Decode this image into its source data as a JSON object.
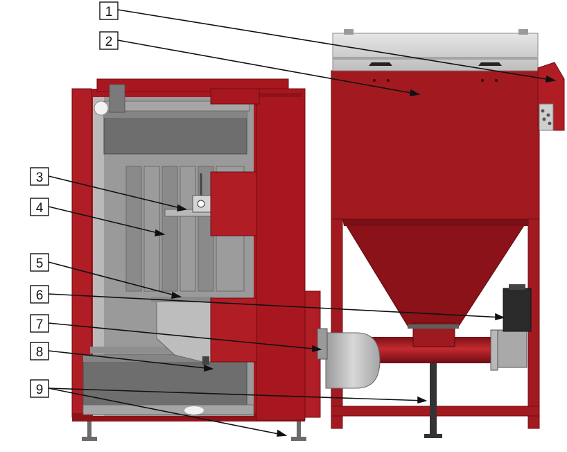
{
  "callouts": [
    {
      "number": "1"
    },
    {
      "number": "2"
    },
    {
      "number": "3"
    },
    {
      "number": "4"
    },
    {
      "number": "5"
    },
    {
      "number": "6"
    },
    {
      "number": "7"
    },
    {
      "number": "8"
    },
    {
      "number": "9"
    }
  ],
  "colors": {
    "boiler_red": "#a8171f",
    "boiler_red_dark": "#7d1016",
    "hopper_red": "#a21a20",
    "hopper_cone": "#8a1218",
    "steel_grey": "#8c8c8c",
    "steel_light": "#cfcfcf",
    "steel_dark": "#5f5f5f",
    "lid_grey": "#d9d9d9",
    "motor_black": "#2a2a2a"
  }
}
